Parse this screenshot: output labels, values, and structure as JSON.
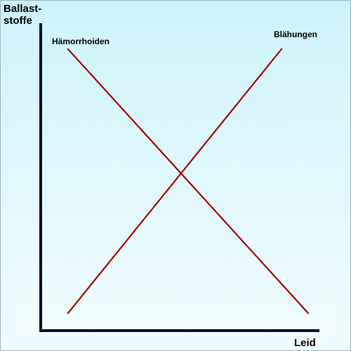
{
  "chart_data": {
    "type": "line",
    "ylabel_lines": [
      "Ballast-",
      "stoffe"
    ],
    "xlabel": "Leid",
    "series": [
      {
        "name": "Hämorrhoiden",
        "x": [
          0.1,
          1.0
        ],
        "y": [
          1.0,
          0.06
        ],
        "color": "#a00000"
      },
      {
        "name": "Blähungen",
        "x": [
          0.1,
          0.9
        ],
        "y": [
          0.06,
          1.0
        ],
        "color": "#a00000"
      }
    ],
    "xlim": [
      0,
      1.04
    ],
    "ylim": [
      0,
      1.09
    ],
    "grid": false,
    "ticks": false
  }
}
